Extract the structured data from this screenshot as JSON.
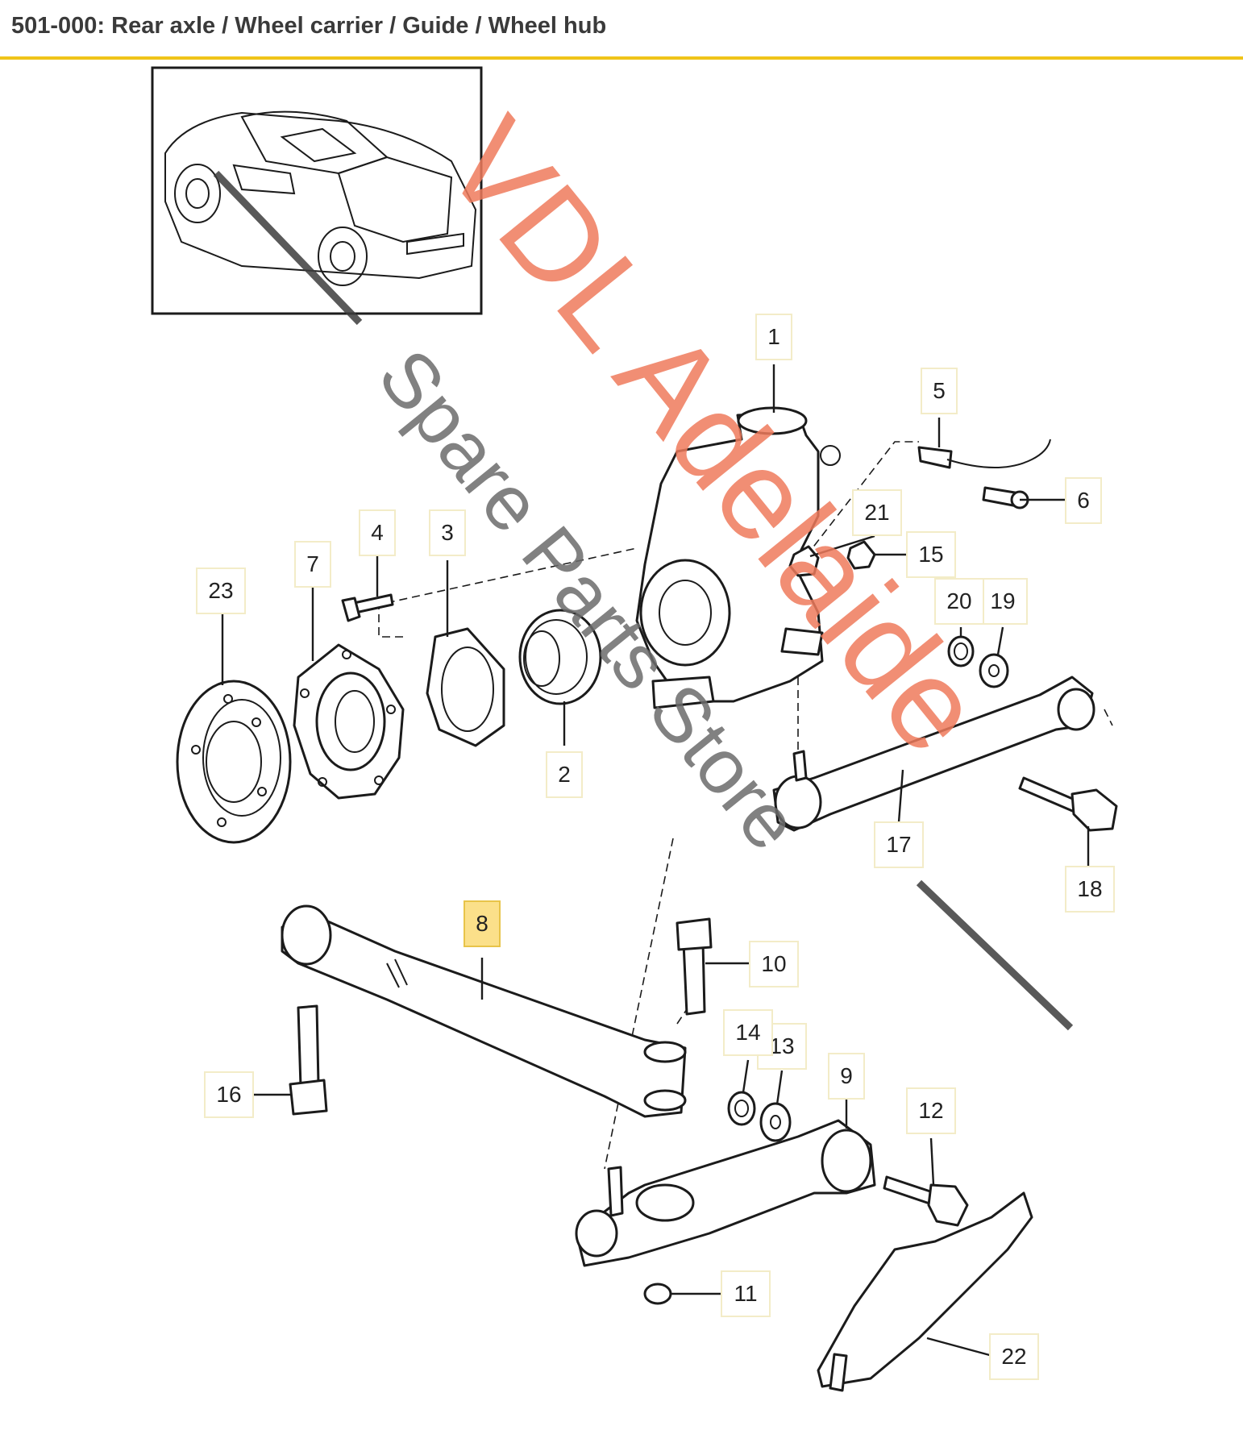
{
  "header": {
    "title": "501-000: Rear axle / Wheel carrier / Guide / Wheel hub",
    "accent_color": "#f0c419"
  },
  "diagram": {
    "thumbnail_icon": "car-rear-view-icon",
    "callouts": [
      {
        "id": "c1",
        "label": "1"
      },
      {
        "id": "c2",
        "label": "2"
      },
      {
        "id": "c3",
        "label": "3"
      },
      {
        "id": "c4",
        "label": "4"
      },
      {
        "id": "c5",
        "label": "5"
      },
      {
        "id": "c6",
        "label": "6"
      },
      {
        "id": "c7",
        "label": "7"
      },
      {
        "id": "c8",
        "label": "8",
        "highlighted": true
      },
      {
        "id": "c9",
        "label": "9"
      },
      {
        "id": "c10",
        "label": "10"
      },
      {
        "id": "c11",
        "label": "11"
      },
      {
        "id": "c12",
        "label": "12"
      },
      {
        "id": "c13",
        "label": "13"
      },
      {
        "id": "c14",
        "label": "14"
      },
      {
        "id": "c15",
        "label": "15"
      },
      {
        "id": "c16",
        "label": "16"
      },
      {
        "id": "c17",
        "label": "17"
      },
      {
        "id": "c18",
        "label": "18"
      },
      {
        "id": "c19",
        "label": "19"
      },
      {
        "id": "c20",
        "label": "20"
      },
      {
        "id": "c21",
        "label": "21"
      },
      {
        "id": "c22",
        "label": "22"
      },
      {
        "id": "c23",
        "label": "23"
      }
    ],
    "highlight_color": "#fbe08a"
  },
  "watermark": {
    "line1": "VDL Adelaide",
    "line2": "Spare Parts Store",
    "color_red": "#ee7a5c",
    "color_grey": "#6b6b6b"
  }
}
